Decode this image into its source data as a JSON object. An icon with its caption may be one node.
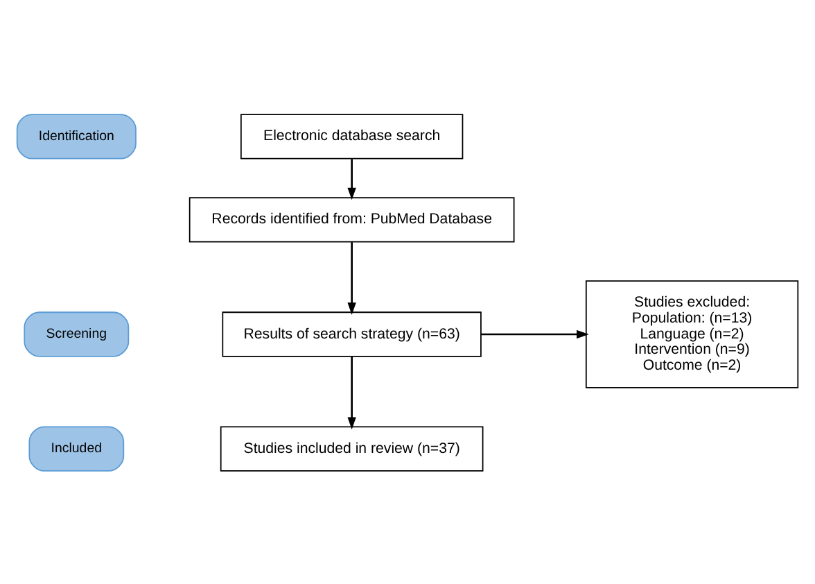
{
  "diagram": {
    "nodes": [
      {
        "text": [
          "Identification"
        ]
      },
      {
        "text": [
          "Electronic database search"
        ]
      },
      {
        "text": [
          "Records identified from: PubMed Database"
        ]
      },
      {
        "text": [
          "Screening"
        ]
      },
      {
        "text": [
          "Results of search strategy (n=63)"
        ]
      },
      {
        "text": [
          "Studies excluded:",
          "Population: (n=13)",
          "Language (n=2)",
          "Intervention (n=9)",
          "Outcome (n=2)"
        ]
      },
      {
        "text": [
          "Included"
        ]
      },
      {
        "text": [
          "Studies included in review (n=37)"
        ]
      }
    ],
    "edges": [
      {
        "from": 1,
        "to": 2,
        "arrow": "to"
      },
      {
        "from": 2,
        "to": 4,
        "arrow": "to"
      },
      {
        "from": 4,
        "to": 5,
        "arrow": "to"
      },
      {
        "from": 4,
        "to": 7,
        "arrow": "to"
      }
    ]
  }
}
